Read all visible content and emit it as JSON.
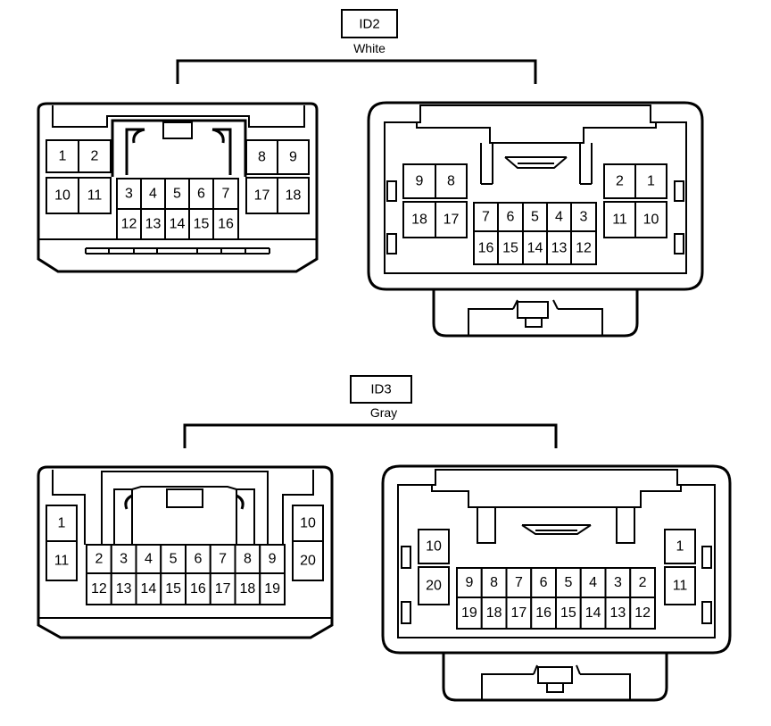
{
  "groups": [
    {
      "id_label": "ID2",
      "color_label": "White",
      "connectors": [
        {
          "side": "left",
          "pins": [
            "1",
            "2",
            "10",
            "11",
            "3",
            "4",
            "5",
            "6",
            "7",
            "12",
            "13",
            "14",
            "15",
            "16",
            "8",
            "9",
            "17",
            "18"
          ]
        },
        {
          "side": "right",
          "pins": [
            "9",
            "8",
            "18",
            "17",
            "7",
            "6",
            "5",
            "4",
            "3",
            "16",
            "15",
            "14",
            "13",
            "12",
            "2",
            "1",
            "11",
            "10"
          ]
        }
      ]
    },
    {
      "id_label": "ID3",
      "color_label": "Gray",
      "connectors": [
        {
          "side": "left",
          "pins": [
            "1",
            "11",
            "2",
            "3",
            "4",
            "5",
            "6",
            "7",
            "8",
            "9",
            "12",
            "13",
            "14",
            "15",
            "16",
            "17",
            "18",
            "19",
            "10",
            "20"
          ]
        },
        {
          "side": "right",
          "pins": [
            "10",
            "20",
            "9",
            "8",
            "7",
            "6",
            "5",
            "4",
            "3",
            "2",
            "19",
            "18",
            "17",
            "16",
            "15",
            "14",
            "13",
            "12",
            "1",
            "11"
          ]
        }
      ]
    }
  ]
}
